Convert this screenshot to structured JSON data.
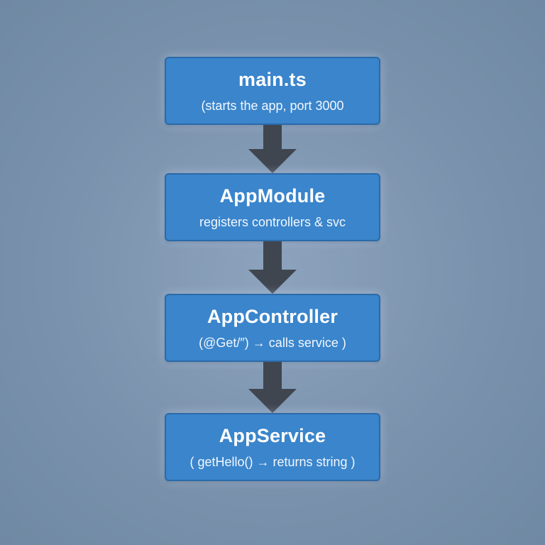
{
  "nodes": [
    {
      "title": "main.ts",
      "subtitle": "(starts the app, port 3000"
    },
    {
      "title": "AppModule",
      "subtitle": "registers controllers & svc"
    },
    {
      "title": "AppController",
      "subtitle": "(@Get/″) → calls service )"
    },
    {
      "title": "AppService",
      "subtitle": "( getHello() → returns string )"
    }
  ],
  "colors": {
    "background": "#7a92ad",
    "node_fill": "#3a85cc",
    "node_border": "#2a6aa8",
    "arrow": "#3f4650",
    "text": "#ffffff"
  }
}
